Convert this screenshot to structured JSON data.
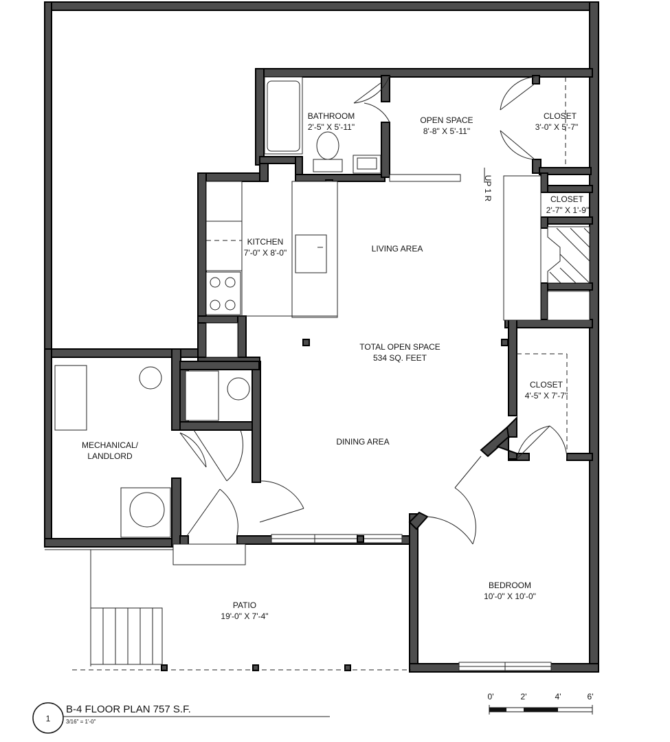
{
  "plan": {
    "title": "B-4 FLOOR PLAN 757 S.F.",
    "number": "1",
    "scale_note": "3/16\" = 1'-0\"",
    "stair_note": "UP 1 R"
  },
  "rooms": {
    "bathroom": {
      "name": "BATHROOM",
      "size": "2'-5\" X 5'-11\""
    },
    "open_space": {
      "name": "OPEN SPACE",
      "size": "8'-8\" X 5'-11\""
    },
    "closet_top": {
      "name": "CLOSET",
      "size": "3'-0\" X 5'-7\""
    },
    "closet_small": {
      "name": "CLOSET",
      "size": "2'-7\" X 1'-9\""
    },
    "kitchen": {
      "name": "KITCHEN",
      "size": "7'-0\" X 8'-0\""
    },
    "living": {
      "name": "LIVING AREA"
    },
    "total": {
      "name": "TOTAL OPEN SPACE",
      "size": "534 SQ. FEET"
    },
    "closet_right": {
      "name": "CLOSET",
      "size": "4'-5\" X 7'-7\""
    },
    "mechanical": {
      "line1": "MECHANICAL/",
      "line2": "LANDLORD"
    },
    "dining": {
      "name": "DINING AREA"
    },
    "bedroom": {
      "name": "BEDROOM",
      "size": "10'-0\" X 10'-0\""
    },
    "patio": {
      "name": "PATIO",
      "size": "19'-0\" X 7'-4\""
    }
  },
  "scale_bar": {
    "ticks": [
      "0'",
      "2'",
      "4'",
      "6'"
    ]
  }
}
